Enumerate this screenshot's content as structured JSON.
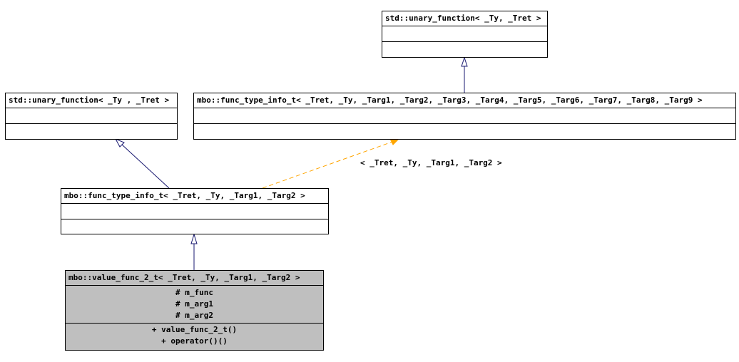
{
  "nodes": {
    "std_unary_top": {
      "title": "std::unary_function< _Ty, _Tret >",
      "attributes": [],
      "methods": []
    },
    "std_unary_left": {
      "title": "std::unary_function< _Ty , _Tret >",
      "attributes": [],
      "methods": []
    },
    "func_type_info_full": {
      "title": "mbo::func_type_info_t< _Tret, _Ty, _Targ1, _Targ2, _Targ3, _Targ4, _Targ5, _Targ6, _Targ7, _Targ8, _Targ9 >",
      "attributes": [],
      "methods": []
    },
    "func_type_info_2": {
      "title": "mbo::func_type_info_t< _Tret, _Ty, _Targ1, _Targ2 >",
      "attributes": [],
      "methods": []
    },
    "value_func_2": {
      "title": "mbo::value_func_2_t< _Tret, _Ty, _Targ1, _Targ2 >",
      "attributes": [
        "# m_func",
        "# m_arg1",
        "# m_arg2"
      ],
      "methods": [
        "+ value_func_2_t()",
        "+ operator()()"
      ]
    }
  },
  "edges": {
    "template_label": "< _Tret, _Ty, _Targ1, _Targ2 >"
  },
  "colors": {
    "inheritance_edge": "#191970",
    "template_edge": "#ffa500",
    "highlight_fill": "#bfbfbf"
  }
}
